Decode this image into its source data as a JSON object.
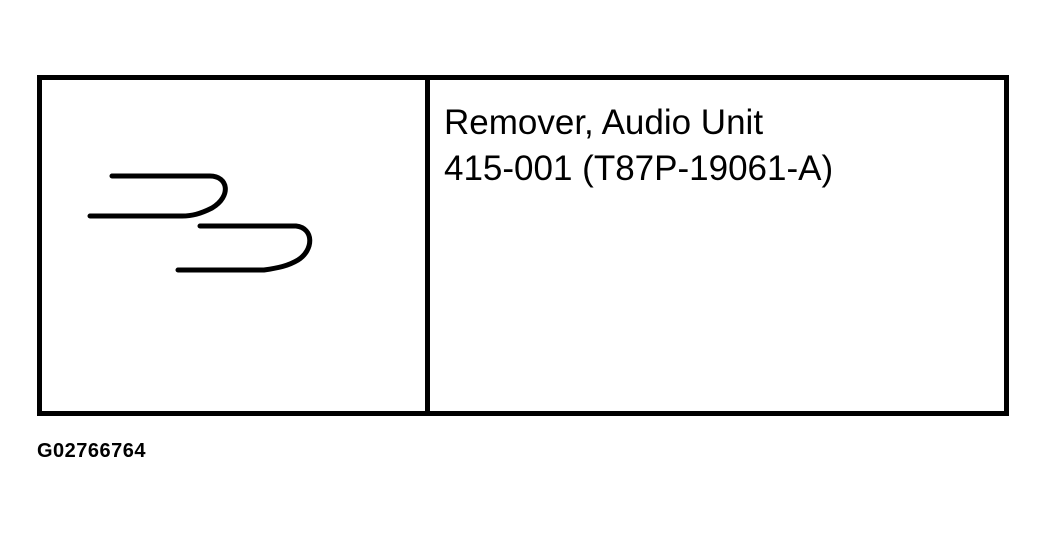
{
  "tool": {
    "name": "Remover, Audio Unit",
    "number": "415-001 (T87P-19061-A)"
  },
  "figure": {
    "id": "G02766764"
  },
  "illustration": {
    "icon": "audio-unit-remover-tool-icon",
    "stroke_color": "#000000"
  }
}
